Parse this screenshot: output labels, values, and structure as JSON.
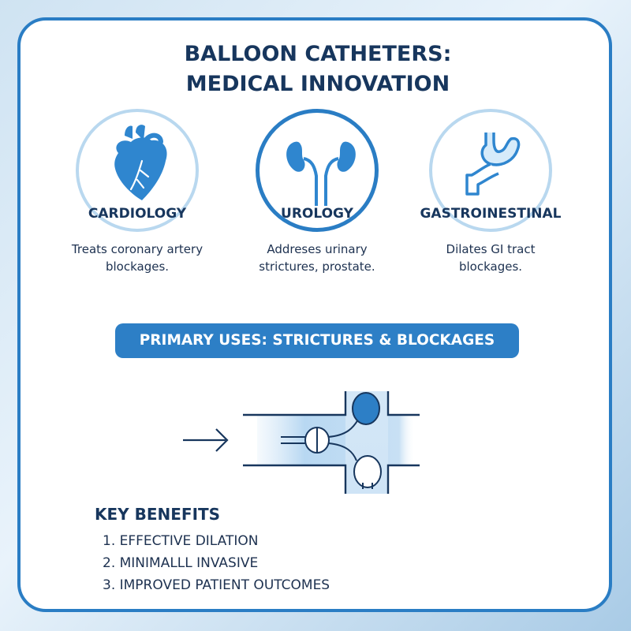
{
  "title": {
    "line1": "BALLOON CATHETERS:",
    "line2": "MEDICAL INNOVATION"
  },
  "specialties": [
    {
      "label": "CARDIOLOGY",
      "icon": "heart-icon",
      "description_line1": "Treats coronary artery",
      "description_line2": "blockages."
    },
    {
      "label": "UROLOGY",
      "icon": "kidneys-icon",
      "description_line1": "Addreses urinary",
      "description_line2": "strictures, prostate."
    },
    {
      "label": "GASTROINESTINAL",
      "icon": "stomach-icon",
      "description_line1": "Dilates GI tract",
      "description_line2": "blockages."
    }
  ],
  "primary_uses": "PRIMARY USES: STRICTURES & BLOCKAGES",
  "diagram": {
    "icon": "balloon-catheter-icon",
    "arrow_icon": "arrow-right-icon"
  },
  "benefits": {
    "title": "KEY BENEFITS",
    "items": [
      "1. EFFECTIVE DILATION",
      "2. MINIMALLL INVASIVE",
      "3. IMPROVED PATIENT OUTCOMES"
    ]
  },
  "colors": {
    "accent": "#2a7dc4",
    "navy": "#17365d",
    "light_ring": "#b9d8ef"
  }
}
